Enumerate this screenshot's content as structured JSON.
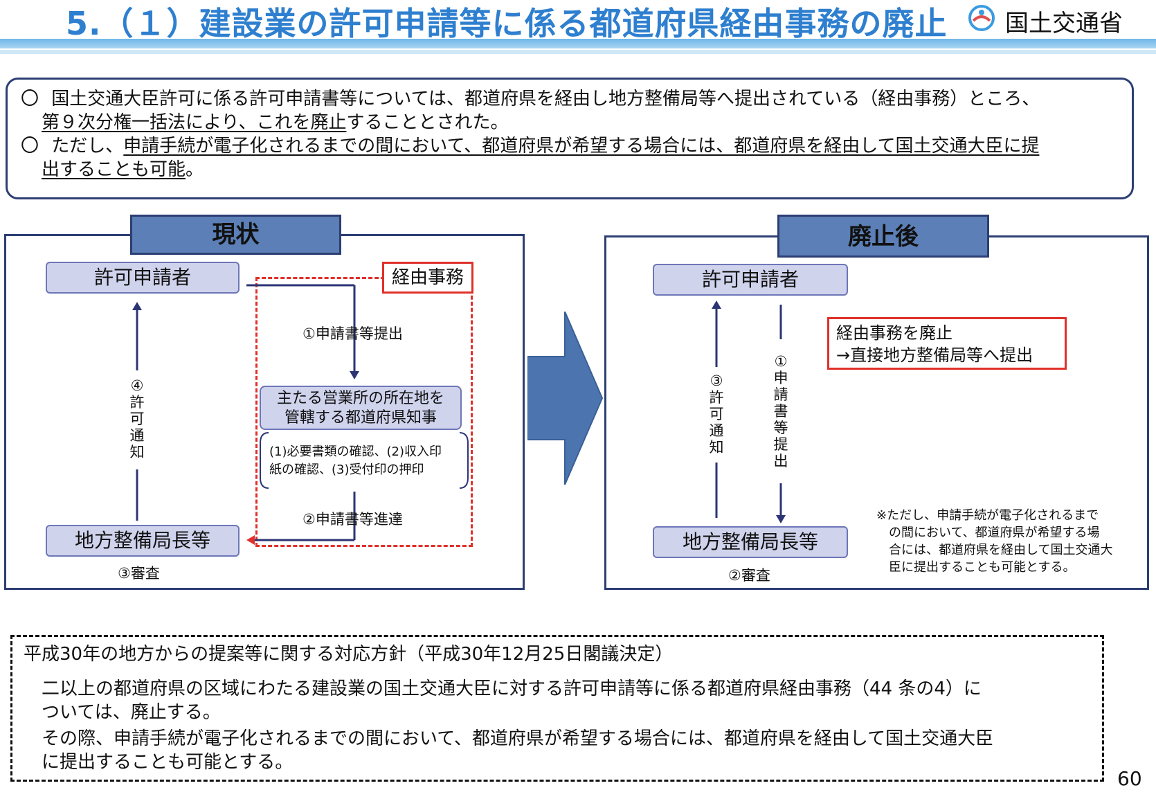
{
  "header": {
    "title": "5.（１）建設業の許可申請等に係る都道府県経由事務の廃止",
    "ministry": "国土交通省",
    "logo_icon": "mlit-logo-icon",
    "accent_color": "#2e7fcf"
  },
  "summary": {
    "bullet": "〇",
    "line1": "国土交通大臣許可に係る許可申請書等については、都道府県を経由し地方整備局等へ提出されている（経由事務）ところ、",
    "line2_underlined": "第９次分権一括法により、これを廃止",
    "line2_rest": "することとされた。",
    "line3_lead": "ただし、",
    "line3_underlined": "申請手続が電子化されるまでの間において、都道府県が希望する場合には、都道府県を経由して国土交通大臣に提",
    "line4_underlined": "出することも可能",
    "line4_rest": "。"
  },
  "current": {
    "tab": "現状",
    "applicant": "許可申請者",
    "bureau": "地方整備局長等",
    "relay_label": "経由事務",
    "step1": "①申請書等提出",
    "prefecture": "主たる営業所の所在地を\n管轄する都道府県知事",
    "checks": "(1)必要書類の確認、(2)収入印\n紙の確認、(3)受付印の押印",
    "step2": "②申請書等進達",
    "step3": "③審査",
    "step4_vertical": "④\n許\n可\n通\n知"
  },
  "after": {
    "tab": "廃止後",
    "applicant": "許可申請者",
    "bureau": "地方整備局長等",
    "abolish_note": "経由事務を廃止\n→直接地方整備局等へ提出",
    "step1_vertical": "①\n申\n請\n書\n等\n提\n出",
    "step3_vertical": "③\n許\n可\n通\n知",
    "step2": "②審査",
    "footnote": "※ただし、申請手続が電子化されるまで\n　の間において、都道府県が希望する場\n　合には、都道府県を経由して国土交通大\n　臣に提出することも可能とする。"
  },
  "decision": {
    "heading": "平成30年の地方からの提案等に関する対応方針（平成30年12月25日閣議決定）",
    "line1": "二以上の都道府県の区域にわたる建設業の国土交通大臣に対する許可申請等に係る都道府県経由事務（44 条の4）に",
    "line2": "ついては、廃止する。",
    "line3": "その際、申請手続が電子化されるまでの間において、都道府県が希望する場合には、都道府県を経由して国土交通大臣",
    "line4": "に提出することも可能とする。"
  },
  "page_number": "60"
}
